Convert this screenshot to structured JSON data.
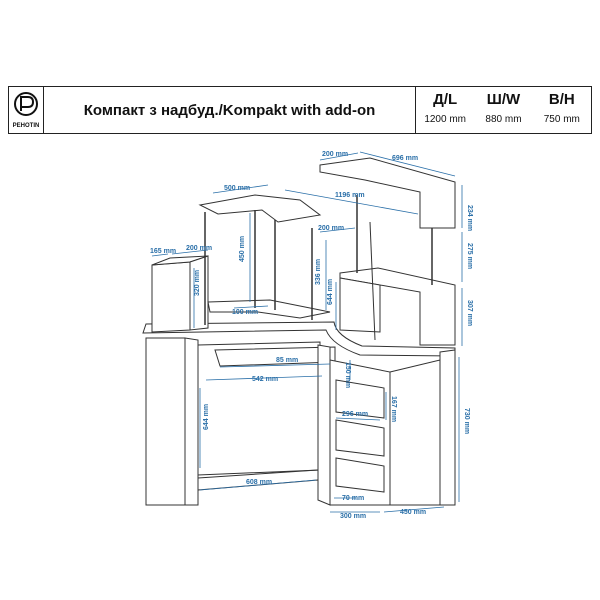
{
  "header": {
    "brand": "PEHOTIN",
    "title": "Компакт з надбуд./Kompakt with add-on",
    "dimensions": [
      {
        "label": "Д/L",
        "value": "1200 mm"
      },
      {
        "label": "Ш/W",
        "value": "880 mm"
      },
      {
        "label": "В/H",
        "value": "750 mm"
      }
    ]
  },
  "colors": {
    "line": "#333333",
    "dimension": "#2a6fa8",
    "fill": "#ffffff"
  },
  "dimension_labels": {
    "d200_top": "200 mm",
    "d696": "696 mm",
    "d500": "500 mm",
    "d1196": "1196 mm",
    "d234": "234 mm",
    "d275": "275 mm",
    "d450": "450 mm",
    "d200_mid": "200 mm",
    "d336": "336 mm",
    "d165": "165 mm",
    "d200_left": "200 mm",
    "d320": "320 mm",
    "d100": "100 mm",
    "d644_small": "644 mm",
    "d307": "307 mm",
    "d85": "85 mm",
    "d542": "542 mm",
    "d150": "150 mm",
    "d644": "644 mm",
    "d296": "296 mm",
    "d167": "167 mm",
    "d730": "730 mm",
    "d608": "608 mm",
    "d70": "70 mm",
    "d300": "300 mm",
    "d450_bottom": "450 mm"
  }
}
